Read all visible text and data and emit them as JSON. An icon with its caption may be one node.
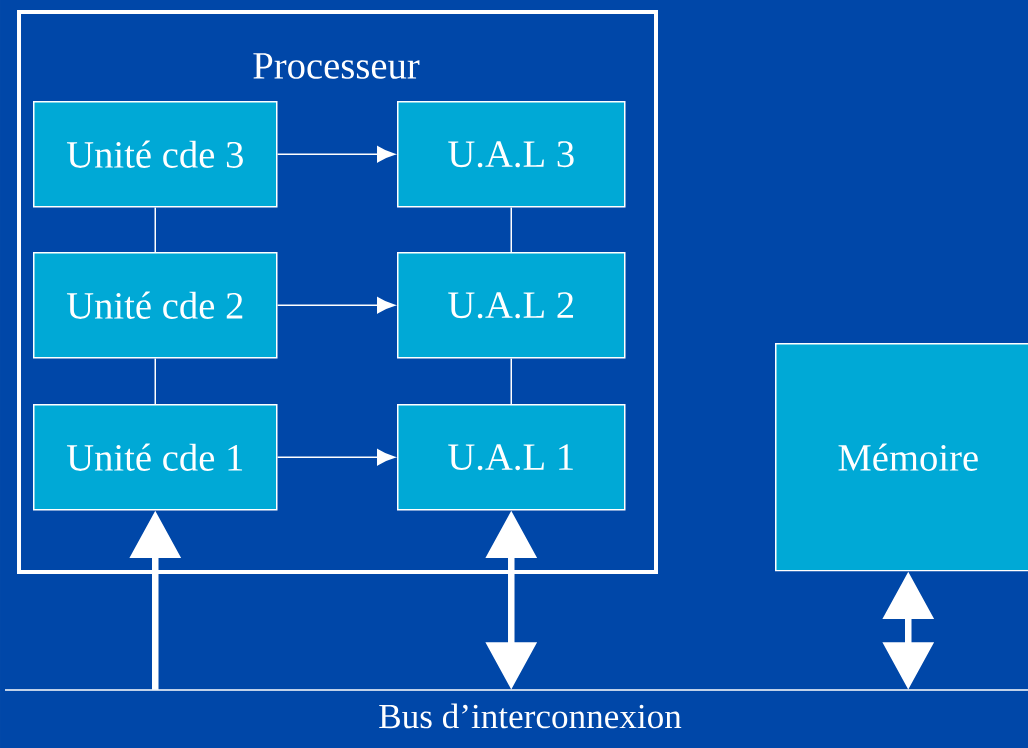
{
  "diagram": {
    "nodes": [
      {
        "text": [
          "Processeur"
        ]
      },
      {
        "text": [
          "Unité cde 3"
        ],
        "in": 0
      },
      {
        "text": [
          "U.A.L 3"
        ],
        "in": 0
      },
      {
        "text": [
          "Unité cde 2"
        ],
        "in": 0
      },
      {
        "text": [
          "U.A.L 2"
        ],
        "in": 0
      },
      {
        "text": [
          "Unité cde 1"
        ],
        "in": 0
      },
      {
        "text": [
          "U.A.L 1"
        ],
        "in": 0
      },
      {
        "text": [
          "Mémoire"
        ]
      },
      {
        "text": [
          "Bus d’interconnexion"
        ]
      }
    ],
    "edges": [
      {
        "from": 1,
        "to": 2,
        "arrow": "to"
      },
      {
        "from": 3,
        "to": 4,
        "arrow": "to"
      },
      {
        "from": 5,
        "to": 6,
        "arrow": "to"
      },
      {
        "from": 1,
        "to": 3,
        "arrow": "none"
      },
      {
        "from": 3,
        "to": 5,
        "arrow": "none"
      },
      {
        "from": 2,
        "to": 4,
        "arrow": "none"
      },
      {
        "from": 4,
        "to": 6,
        "arrow": "none"
      },
      {
        "from": 8,
        "to": 5,
        "arrow": "to",
        "style": "thick"
      },
      {
        "from": 6,
        "to": 8,
        "arrow": "both",
        "style": "thick"
      },
      {
        "from": 7,
        "to": 8,
        "arrow": "both",
        "style": "thick"
      }
    ]
  }
}
